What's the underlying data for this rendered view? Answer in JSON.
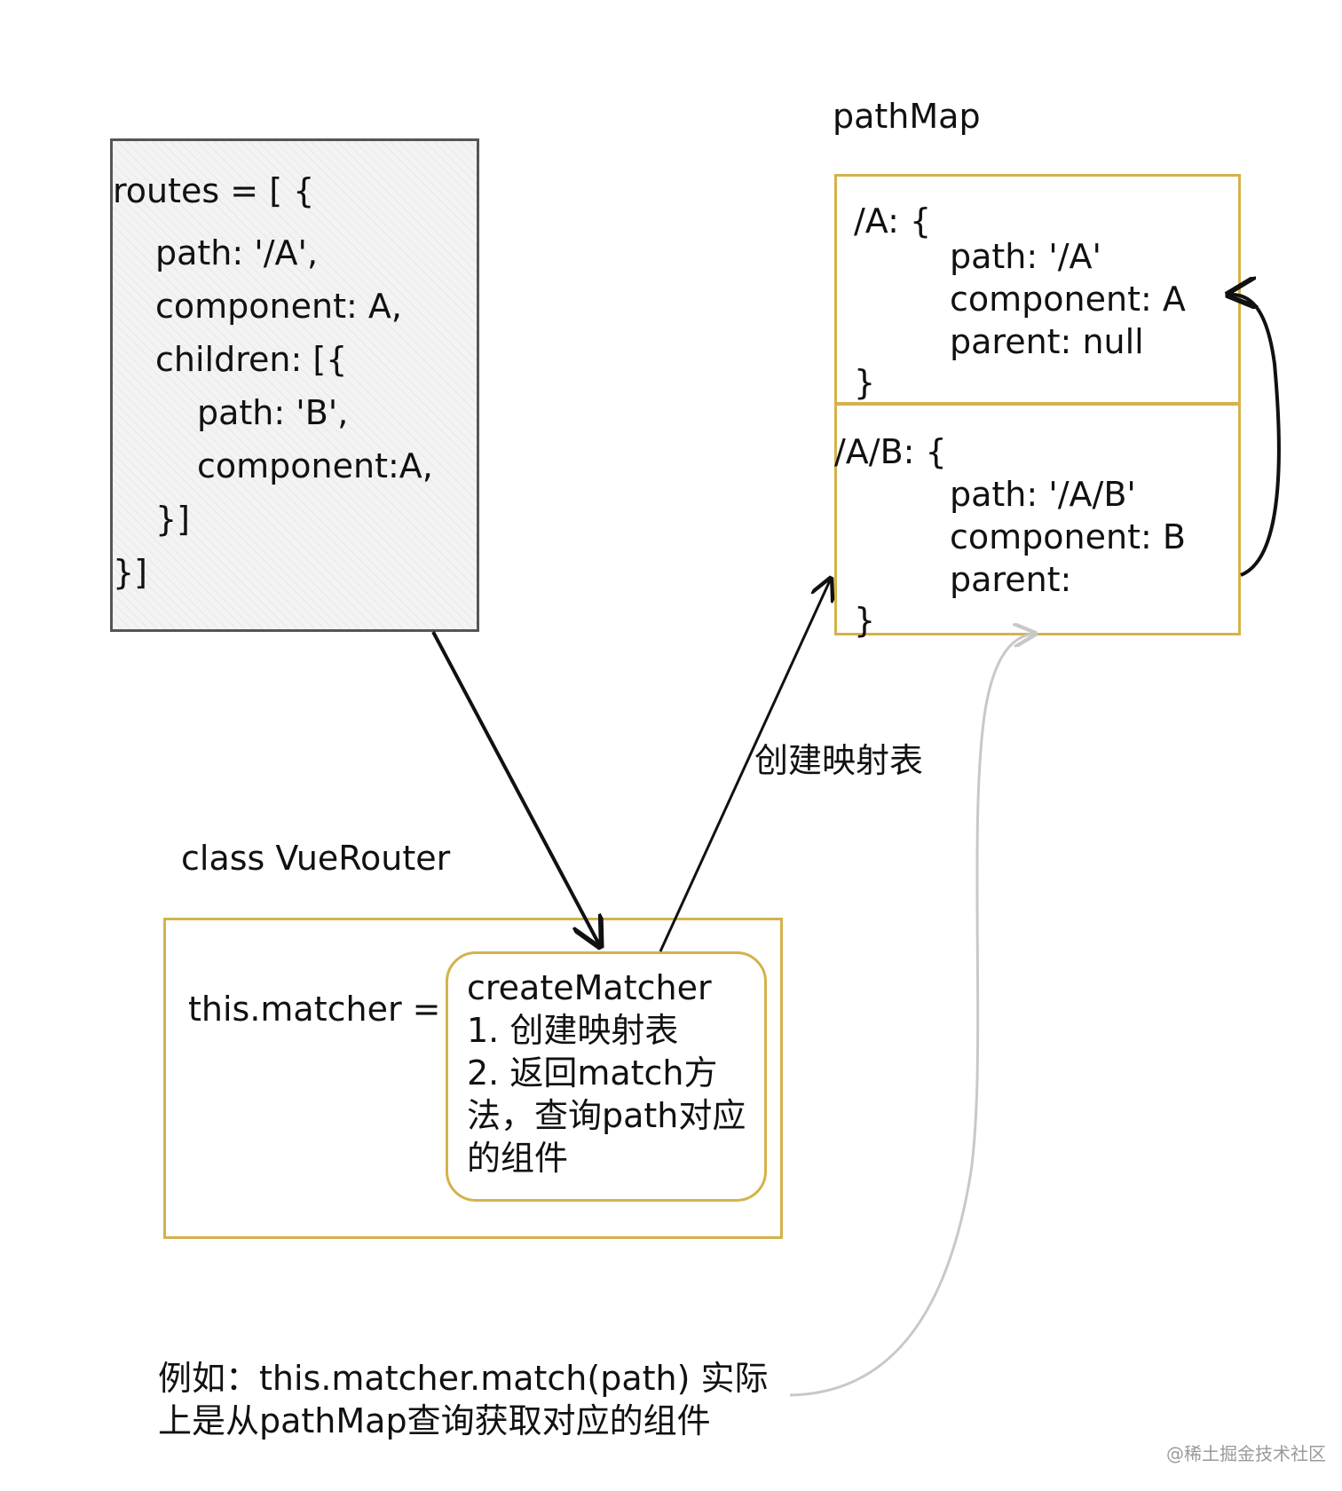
{
  "routes": {
    "lines": [
      "routes = [ {",
      "path: '/A',",
      "component: A,",
      "children: [{",
      "path: 'B',",
      "component:A,",
      "}]",
      "}]"
    ]
  },
  "pathmap": {
    "title": "pathMap",
    "entry_a": {
      "key": "/A: {",
      "path": "path: '/A'",
      "component": "component: A",
      "parent": "parent: null",
      "close": "}"
    },
    "entry_ab": {
      "key": "/A/B: {",
      "path": "path: '/A/B'",
      "component": "component: B",
      "parent": "parent:",
      "close": "}"
    }
  },
  "arrow_label": "创建映射表",
  "vuerouter": {
    "title": "class VueRouter",
    "matcher_label": "this.matcher =",
    "create_matcher": {
      "title": "createMatcher",
      "line1": "1. 创建映射表",
      "line2": "2. 返回match方",
      "line3": "法，查询path对应",
      "line4": "的组件"
    }
  },
  "note": {
    "line1": "例如：this.matcher.match(path) 实际",
    "line2": "上是从pathMap查询获取对应的组件"
  },
  "watermark": "@稀土掘金技术社区",
  "colors": {
    "gold_border": "#d4b24c",
    "gray_border": "#555555",
    "arrow": "#111111",
    "faint_arrow": "#c8c8c8"
  }
}
